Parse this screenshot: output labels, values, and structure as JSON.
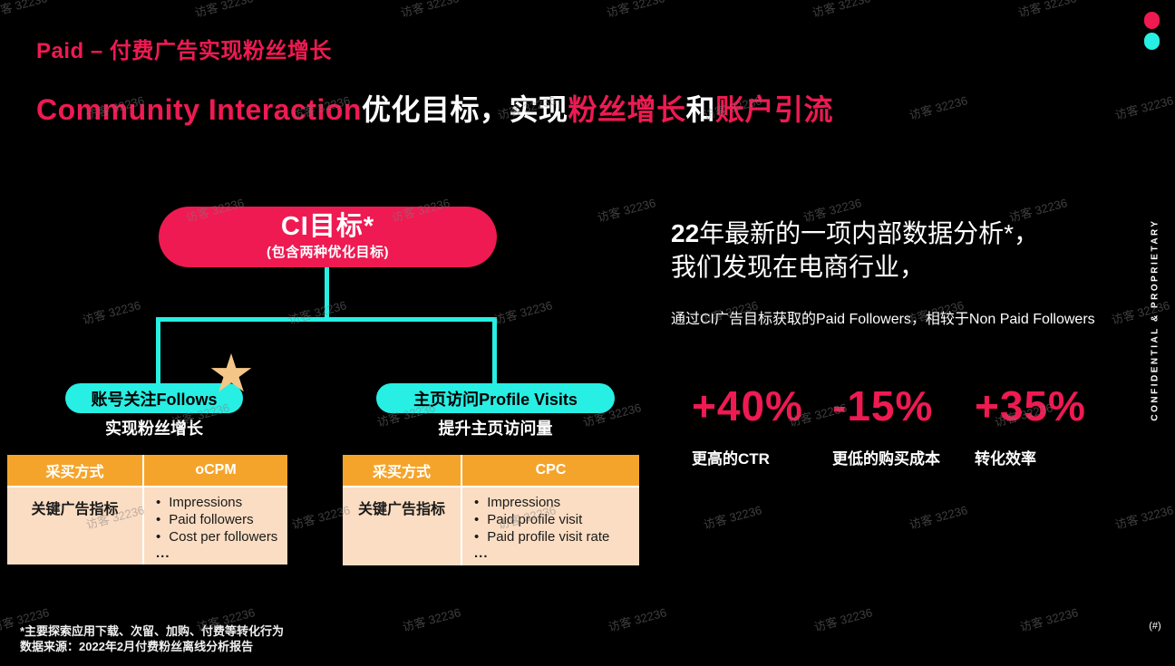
{
  "slide": {
    "kicker": "Paid – 付费广告实现粉丝增长",
    "headline": {
      "part1": "Community Interaction",
      "part2": "优化目标，实现",
      "part3": "粉丝增长",
      "part4": "和",
      "part5": "账户引流"
    }
  },
  "diagram": {
    "root": {
      "title": "CI目标*",
      "subtitle": "(包含两种优化目标)"
    },
    "branches": [
      {
        "pill": "账号关注Follows",
        "caption": "实现粉丝增长",
        "table": {
          "col1_header": "采买方式",
          "col2_header": "oCPM",
          "row_label": "关键广告指标",
          "bullets": [
            "Impressions",
            "Paid followers",
            "Cost per followers"
          ],
          "more": "..."
        }
      },
      {
        "pill": "主页访问Profile Visits",
        "caption": "提升主页访问量",
        "table": {
          "col1_header": "采买方式",
          "col2_header": "CPC",
          "row_label": "关键广告指标",
          "bullets": [
            "Impressions",
            "Paid profile visit",
            "Paid profile visit rate"
          ],
          "more": "..."
        }
      }
    ]
  },
  "insight": {
    "line1_bold": "22",
    "line1_rest": "年最新的一项内部数据分析*，",
    "line2": "我们发现在电商行业，",
    "subline": "通过CI广告目标获取的Paid Followers，相较于Non Paid Followers",
    "stats": [
      {
        "value": "+40%",
        "label": "更高的CTR"
      },
      {
        "value": "-15%",
        "label": "更低的购买成本"
      },
      {
        "value": "+35%",
        "label": "转化效率"
      }
    ]
  },
  "footnote": {
    "line1": "*主要探索应用下载、次留、加购、付费等转化行为",
    "line2": "数据来源：2022年2月付费粉丝离线分析报告"
  },
  "page_number": "(#)",
  "watermark": {
    "text": "访客 32236"
  },
  "sidebar_text": "CONFIDENTIAL & PROPRIETARY",
  "colors": {
    "pink": "#EF1A52",
    "cyan": "#27EFE3",
    "orange": "#F5A42B",
    "peach": "#FBDDC3",
    "star": "#F4C789"
  }
}
